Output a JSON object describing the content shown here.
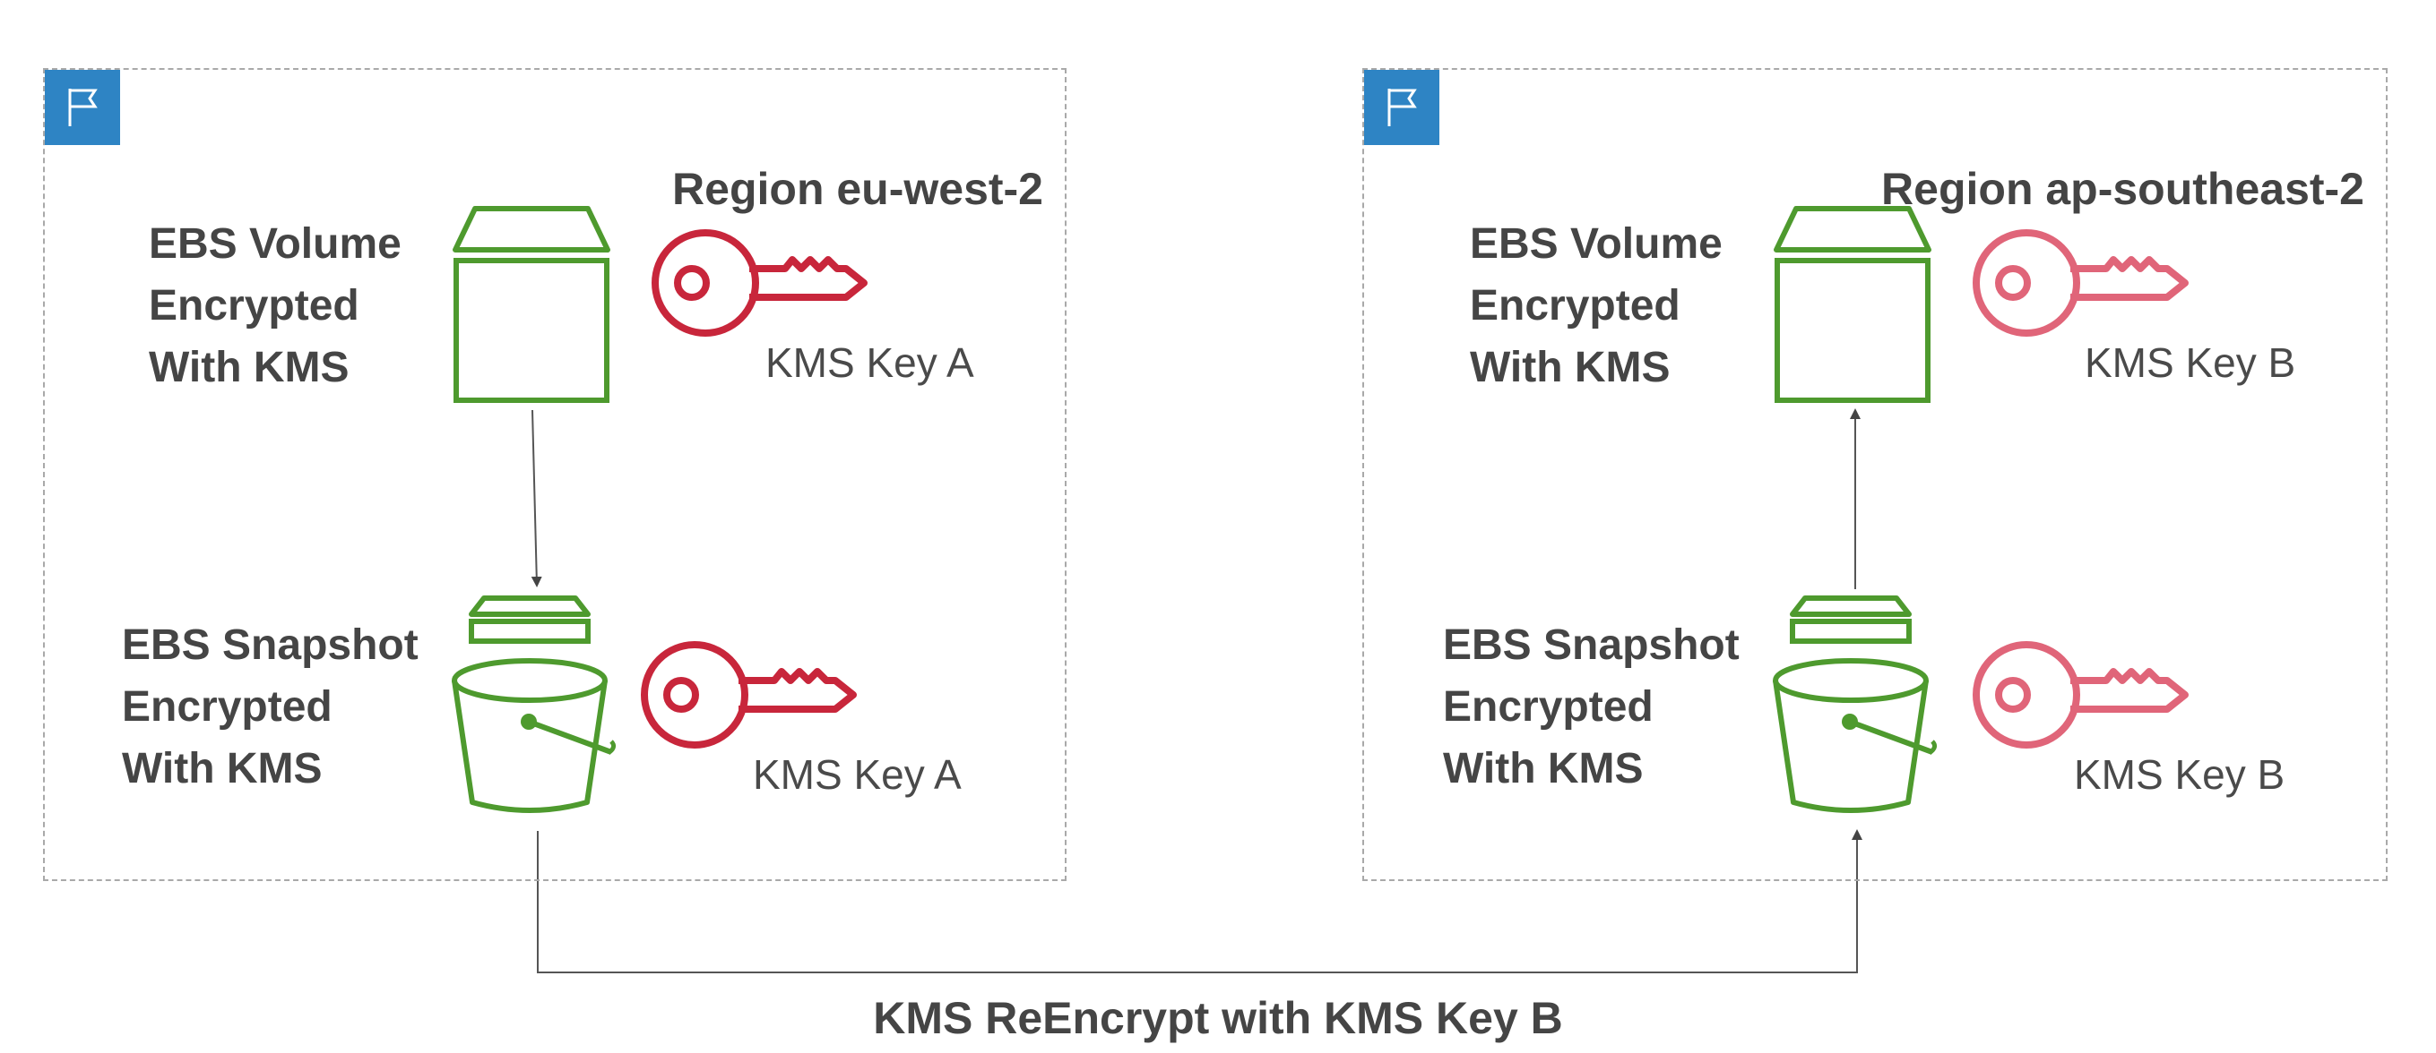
{
  "colors": {
    "region_border": "#a9a9a9",
    "flag_bg": "#2e84c4",
    "ebs_green": "#4e9a2e",
    "key_a": "#c8263b",
    "key_b": "#e06579",
    "text": "#454545"
  },
  "regions": [
    {
      "title": "Region eu-west-2",
      "flag_icon": "region-flag-icon",
      "volume": {
        "icon": "ebs-volume-icon",
        "lines": [
          "EBS Volume",
          "Encrypted",
          "With KMS"
        ],
        "key_icon": "kms-key-icon",
        "key_label": "KMS Key A"
      },
      "snapshot": {
        "icon": "ebs-snapshot-icon",
        "lines": [
          "EBS Snapshot",
          "Encrypted",
          "With KMS"
        ],
        "key_icon": "kms-key-icon",
        "key_label": "KMS Key A"
      }
    },
    {
      "title": "Region ap-southeast-2",
      "flag_icon": "region-flag-icon",
      "volume": {
        "icon": "ebs-volume-icon",
        "lines": [
          "EBS Volume",
          "Encrypted",
          "With KMS"
        ],
        "key_icon": "kms-key-icon",
        "key_label": "KMS Key B"
      },
      "snapshot": {
        "icon": "ebs-snapshot-icon",
        "lines": [
          "EBS Snapshot",
          "Encrypted",
          "With KMS"
        ],
        "key_icon": "kms-key-icon",
        "key_label": "KMS Key B"
      }
    }
  ],
  "caption": "KMS ReEncrypt with KMS Key B"
}
